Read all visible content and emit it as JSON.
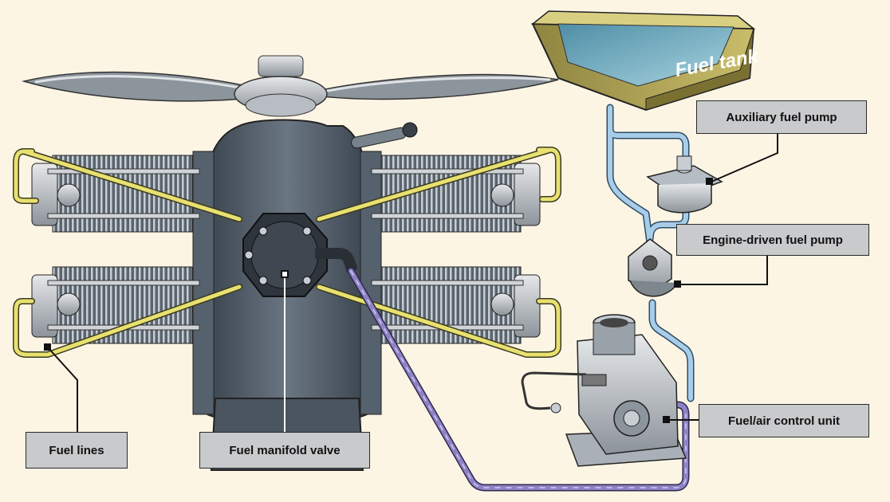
{
  "labels": {
    "fuel_tank": "Fuel tank",
    "auxiliary_fuel_pump": "Auxiliary fuel pump",
    "engine_driven_fuel_pump": "Engine-driven fuel pump",
    "fuel_air_control_unit": "Fuel/air control unit",
    "fuel_lines": "Fuel lines",
    "fuel_manifold_valve": "Fuel manifold valve"
  },
  "colors": {
    "background": "#fdf5e4",
    "engine_body": "#4e5a66",
    "fuel_line_yellow": "#e8e070",
    "fuel_line_blue": "#a8cde8",
    "fuel_line_purple": "#8d83c4",
    "tank_body": "#b3a85a",
    "tank_water": "#6fa9bd",
    "callout_fill": "#c9cacc"
  },
  "icons": [
    "propeller-icon",
    "engine-cylinder-icon",
    "fuel-tank-icon",
    "pump-icon",
    "control-unit-icon"
  ]
}
